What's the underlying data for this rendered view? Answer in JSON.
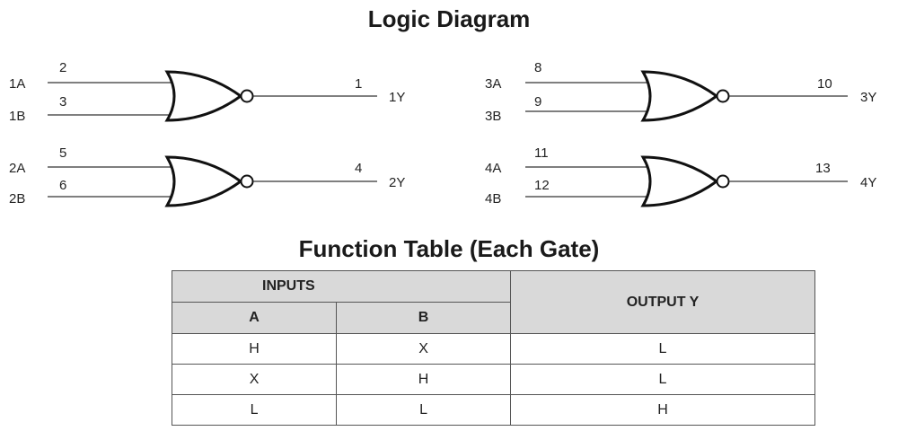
{
  "diagram": {
    "title": "Logic Diagram",
    "gates": [
      {
        "a_label": "1A",
        "b_label": "1B",
        "y_label": "1Y",
        "pin_a": "2",
        "pin_b": "3",
        "pin_y": "1"
      },
      {
        "a_label": "2A",
        "b_label": "2B",
        "y_label": "2Y",
        "pin_a": "5",
        "pin_b": "6",
        "pin_y": "4"
      },
      {
        "a_label": "3A",
        "b_label": "3B",
        "y_label": "3Y",
        "pin_a": "8",
        "pin_b": "9",
        "pin_y": "10"
      },
      {
        "a_label": "4A",
        "b_label": "4B",
        "y_label": "4Y",
        "pin_a": "11",
        "pin_b": "12",
        "pin_y": "13"
      }
    ]
  },
  "function_table": {
    "title": "Function Table (Each Gate)",
    "inputs_header": "INPUTS",
    "output_header": "OUTPUT Y",
    "col_a": "A",
    "col_b": "B",
    "rows": [
      {
        "a": "H",
        "b": "X",
        "y": "L"
      },
      {
        "a": "X",
        "b": "H",
        "y": "L"
      },
      {
        "a": "L",
        "b": "L",
        "y": "H"
      }
    ]
  }
}
